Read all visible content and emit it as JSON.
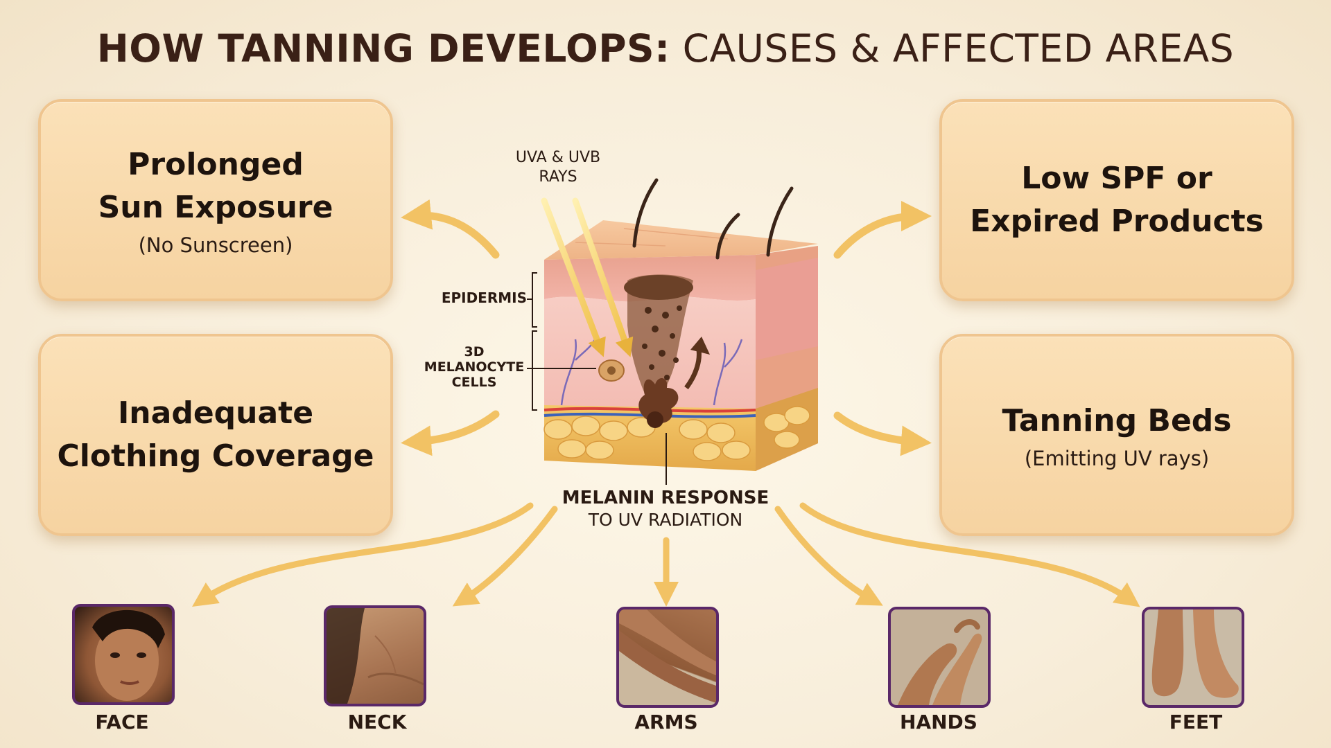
{
  "title": {
    "bold": "HOW TANNING DEVELOPS:",
    "normal": "CAUSES & AFFECTED AREAS"
  },
  "causes": [
    {
      "main": "Prolonged Sun Exposure",
      "sub": "(No Sunscreen)"
    },
    {
      "main": "Inadequate Clothing Coverage",
      "sub": ""
    },
    {
      "main": "Low SPF or Expired Products",
      "sub": ""
    },
    {
      "main": "Tanning Beds",
      "sub": "(Emitting UV rays)"
    }
  ],
  "diagram": {
    "rays_label": "UVA & UVB RAYS",
    "epidermis_label": "EPIDERMIS",
    "melanocyte_label": "3D MELANOCYTE CELLS",
    "response_line1": "MELANIN RESPONSE",
    "response_line2": "TO UV RADIATION"
  },
  "areas": [
    {
      "label": "FACE",
      "icon": "face-photo"
    },
    {
      "label": "NECK",
      "icon": "neck-photo"
    },
    {
      "label": "ARMS",
      "icon": "arms-photo"
    },
    {
      "label": "HANDS",
      "icon": "hands-photo"
    },
    {
      "label": "FEET",
      "icon": "feet-photo"
    }
  ],
  "colors": {
    "card": "#f6d3a1",
    "card_border": "#efc58f",
    "arrow": "#f3c46a",
    "thumb_border": "#5a2868",
    "title": "#3a2016"
  }
}
